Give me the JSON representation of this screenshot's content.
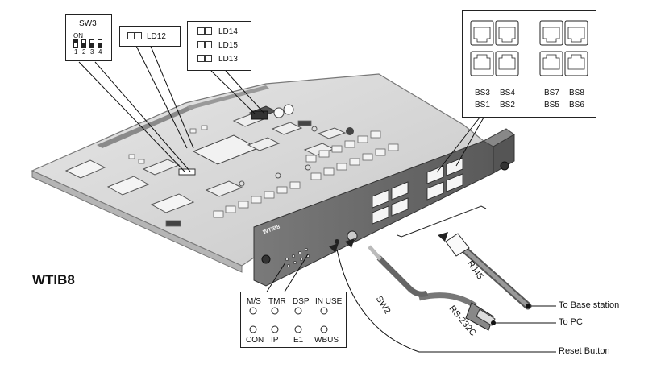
{
  "board": {
    "name": "WTIB8",
    "panel_label": "WTIB8"
  },
  "sw3": {
    "title": "SW3",
    "on_label": "ON",
    "switch_numbers": [
      "1",
      "2",
      "3",
      "4"
    ]
  },
  "led_boxes": {
    "ld12": "LD12",
    "ld14": "LD14",
    "ld15": "LD15",
    "ld13": "LD13"
  },
  "ports": {
    "top_row": [
      "BS3",
      "BS4",
      "BS7",
      "BS8"
    ],
    "bottom_row": [
      "BS1",
      "BS2",
      "BS5",
      "BS6"
    ]
  },
  "status_leds": {
    "top_row": [
      "M/S",
      "TMR",
      "DSP",
      "IN USE"
    ],
    "bottom_row": [
      "CON",
      "IP",
      "E1",
      "WBUS"
    ]
  },
  "cables": {
    "rj45": "RJ45",
    "rs232c": "RS-232C",
    "sw2": "SW2"
  },
  "annotations": {
    "base_station": "To Base station",
    "pc": "To PC",
    "reset": "Reset Button"
  },
  "colors": {
    "board": "#d9d9d9",
    "board_edge": "#9a9a9a",
    "faceplate": "#6b6b6b",
    "chip": "#f2f2f2",
    "line": "#222222"
  }
}
